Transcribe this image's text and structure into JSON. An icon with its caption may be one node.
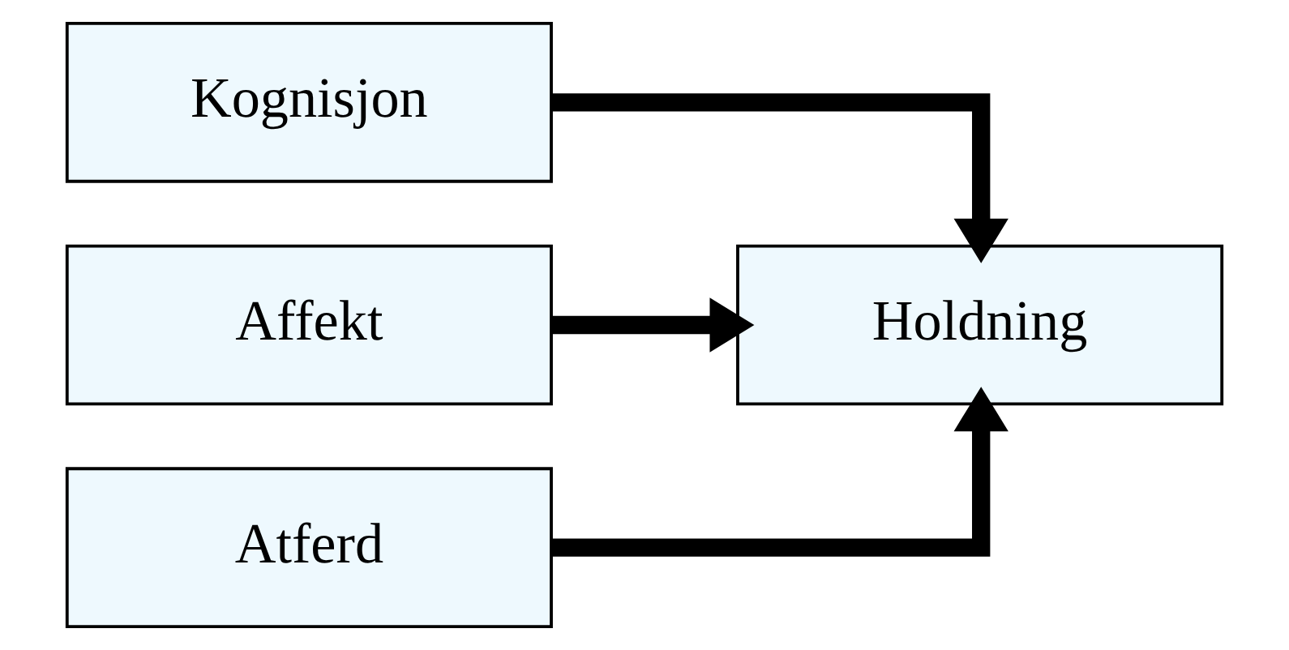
{
  "diagram": {
    "nodes": [
      {
        "text": [
          "Kognisjon"
        ]
      },
      {
        "text": [
          "Affekt"
        ]
      },
      {
        "text": [
          "Atferd"
        ]
      },
      {
        "text": [
          "Holdning"
        ]
      }
    ],
    "edges": [
      {
        "from": 0,
        "to": 3,
        "arrow": "to"
      },
      {
        "from": 1,
        "to": 3,
        "arrow": "to"
      },
      {
        "from": 2,
        "to": 3,
        "arrow": "to"
      }
    ]
  }
}
